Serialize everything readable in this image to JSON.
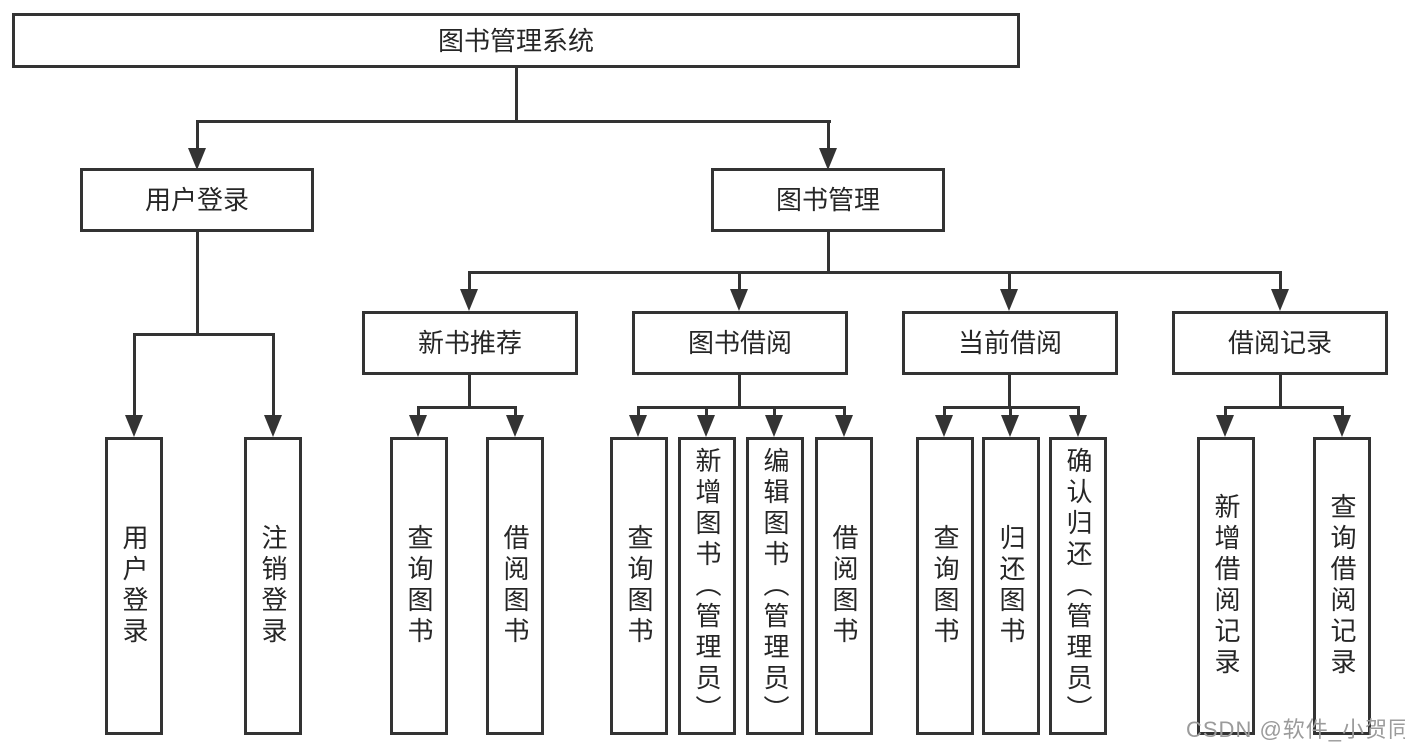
{
  "diagram": {
    "root": {
      "label": "图书管理系统"
    },
    "level2": [
      {
        "label": "用户登录"
      },
      {
        "label": "图书管理"
      }
    ],
    "level3": [
      {
        "label": "新书推荐"
      },
      {
        "label": "图书借阅"
      },
      {
        "label": "当前借阅"
      },
      {
        "label": "借阅记录"
      }
    ],
    "leaves": [
      {
        "label": "用户登录"
      },
      {
        "label": "注销登录"
      },
      {
        "label": "查询图书"
      },
      {
        "label": "借阅图书"
      },
      {
        "label": "查询图书"
      },
      {
        "label": "新增图书（管理员）"
      },
      {
        "label": "编辑图书（管理员）"
      },
      {
        "label": "借阅图书"
      },
      {
        "label": "查询图书"
      },
      {
        "label": "归还图书"
      },
      {
        "label": "确认归还（管理员）"
      },
      {
        "label": "新增借阅记录"
      },
      {
        "label": "查询借阅记录"
      }
    ]
  },
  "watermark": {
    "text": "CSDN @软件_小贺同学"
  },
  "colors": {
    "line": "#333333",
    "text": "#262626",
    "watermark": "#9b9b9b",
    "background": "#ffffff"
  }
}
